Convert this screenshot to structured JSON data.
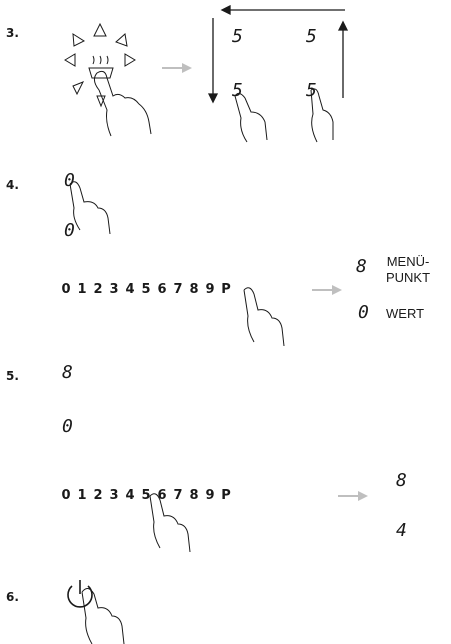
{
  "steps": {
    "s3": {
      "number": "3."
    },
    "s4": {
      "number": "4."
    },
    "s5": {
      "number": "5."
    },
    "s6": {
      "number": "6."
    }
  },
  "step3": {
    "display_top_left": "5",
    "display_top_right": "5",
    "display_bottom_left": "5",
    "display_bottom_right": "5"
  },
  "step4": {
    "display_top": "0",
    "display_bottom": "0",
    "slider": [
      "0",
      "1",
      "2",
      "3",
      "4",
      "5",
      "6",
      "7",
      "8",
      "9",
      "P"
    ],
    "result_menu_digit": "8",
    "result_value_digit": "0",
    "menu_label_line1": "MENÜ-",
    "menu_label_line2": "PUNKT",
    "value_label": "WERT"
  },
  "step5": {
    "display_top": "8",
    "display_bottom": "0",
    "slider": [
      "0",
      "1",
      "2",
      "3",
      "4",
      "5",
      "6",
      "7",
      "8",
      "9",
      "P"
    ],
    "result_top_digit": "8",
    "result_bottom_digit": "4"
  },
  "colors": {
    "arrow_gray": "#bfbfbf",
    "ink": "#1a1a1a"
  }
}
